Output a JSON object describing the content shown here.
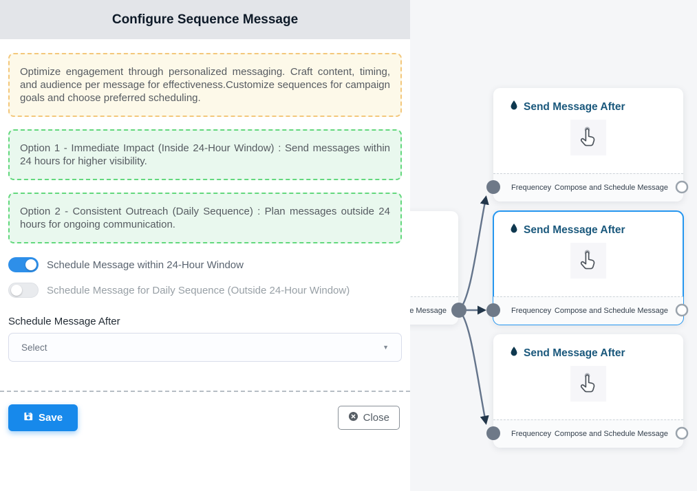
{
  "panel": {
    "title": "Configure Sequence Message",
    "intro": "Optimize engagement through personalized messaging. Craft content, timing, and audience per message for effectiveness.Customize sequences for campaign goals and choose preferred scheduling.",
    "option1": "Option 1 - Immediate Impact (Inside 24-Hour Window) : Send messages within 24 hours for higher visibility.",
    "option2": "Option 2 - Consistent Outreach (Daily Sequence) : Plan messages outside 24 hours for ongoing communication.",
    "toggles": [
      {
        "label": "Schedule Message within 24-Hour Window",
        "state": "on"
      },
      {
        "label": "Schedule Message for Daily Sequence (Outside 24-Hour Window)",
        "state": "off"
      }
    ],
    "schedule_after_label": "Schedule Message After",
    "select_value": "Select",
    "save_label": "Save",
    "close_label": "Close"
  },
  "canvas": {
    "partial_node_footer_text": "ce Message",
    "nodes": [
      {
        "title": "Send Message After",
        "handle_left_label": "Frequencey",
        "handle_right_label": "Compose and Schedule Message",
        "selected": false
      },
      {
        "title": "Send Message After",
        "handle_left_label": "Frequencey",
        "handle_right_label": "Compose and Schedule Message",
        "selected": true
      },
      {
        "title": "Send Message After",
        "handle_left_label": "Frequencey",
        "handle_right_label": "Compose and Schedule Message",
        "selected": false
      }
    ],
    "colors": {
      "selected_border": "#2596ef",
      "edge": "#64748b",
      "node_title": "#1a587c",
      "toggle_on": "#2e8fe9",
      "save_button": "#1789eb",
      "canvas_bg": "#f5f6f8"
    }
  }
}
